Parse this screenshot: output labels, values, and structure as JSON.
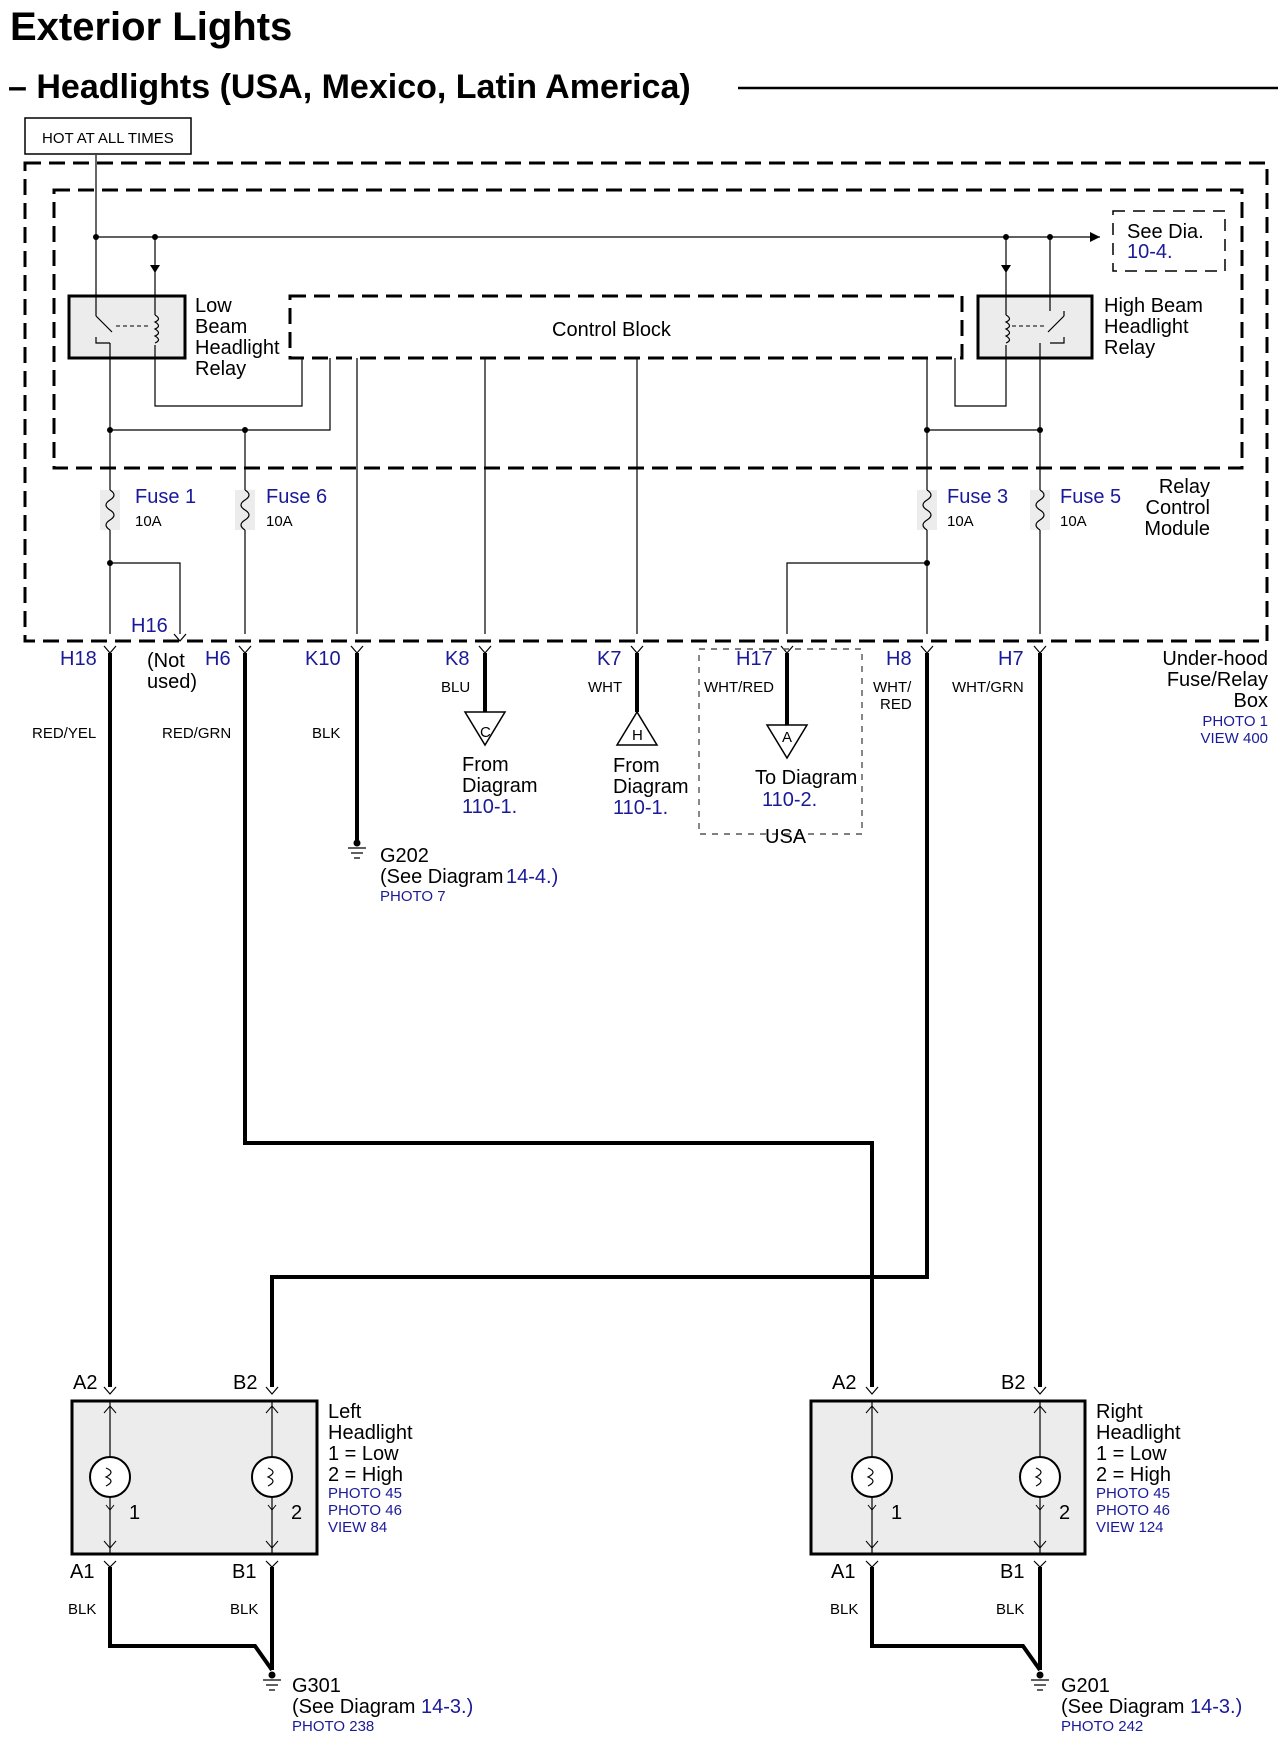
{
  "title": "Exterior Lights",
  "subtitle": "– Headlights (USA, Mexico, Latin America)",
  "hot_label": "HOT AT ALL TIMES",
  "see_dia": {
    "line1": "See Dia.",
    "ref": "10-4."
  },
  "relays": {
    "low": [
      "Low",
      "Beam",
      "Headlight",
      "Relay"
    ],
    "high": [
      "High Beam",
      "Headlight",
      "Relay"
    ]
  },
  "control_block": "Control Block",
  "module": [
    "Relay",
    "Control",
    "Module"
  ],
  "fuses": [
    {
      "name": "Fuse 1",
      "rating": "10A"
    },
    {
      "name": "Fuse 6",
      "rating": "10A"
    },
    {
      "name": "Fuse 3",
      "rating": "10A"
    },
    {
      "name": "Fuse 5",
      "rating": "10A"
    }
  ],
  "terminals": {
    "h18": "H18",
    "h16": "H16",
    "not_used": [
      "(Not",
      "used)"
    ],
    "h6": "H6",
    "k10": "K10",
    "k8": "K8",
    "k7": "K7",
    "h17": "H17",
    "h8": "H8",
    "h7": "H7"
  },
  "fusebox": {
    "lines": [
      "Under-hood",
      "Fuse/Relay",
      "Box"
    ],
    "photo": "PHOTO 1",
    "view": "VIEW 400"
  },
  "wire_colors": {
    "h18": "RED/YEL",
    "h6": "RED/GRN",
    "k10": "BLK",
    "k8": "BLU",
    "k7": "WHT",
    "h17": "WHT/RED",
    "h8": [
      "WHT/",
      "RED"
    ],
    "h7": "WHT/GRN"
  },
  "connectors": [
    {
      "letter": "C",
      "text": [
        "From",
        "Diagram"
      ],
      "ref": "110-1."
    },
    {
      "letter": "H",
      "text": [
        "From",
        "Diagram"
      ],
      "ref": "110-1."
    },
    {
      "letter": "A",
      "text": [
        "To Diagram"
      ],
      "ref": "110-2."
    }
  ],
  "usa": "USA",
  "grounds": {
    "g202": {
      "name": "G202",
      "see": "(See Diagram",
      "ref": "14-4.)",
      "photo": "PHOTO 7"
    },
    "g301": {
      "name": "G301",
      "see": "(See Diagram",
      "ref": "14-3.)",
      "photo": "PHOTO 238"
    },
    "g201": {
      "name": "G201",
      "see": "(See Diagram",
      "ref": "14-3.)",
      "photo": "PHOTO 242"
    }
  },
  "left_headlight": {
    "lines": [
      "Left",
      "Headlight",
      "1 = Low",
      "2 = High"
    ],
    "photos": [
      "PHOTO 45",
      "PHOTO 46",
      "VIEW 84"
    ],
    "pins": {
      "a2": "A2",
      "b2": "B2",
      "a1": "A1",
      "b1": "B1",
      "n1": "1",
      "n2": "2"
    },
    "gnd_colors": [
      "BLK",
      "BLK"
    ]
  },
  "right_headlight": {
    "lines": [
      "Right",
      "Headlight",
      "1 = Low",
      "2 = High"
    ],
    "photos": [
      "PHOTO 45",
      "PHOTO 46",
      "VIEW 124"
    ],
    "pins": {
      "a2": "A2",
      "b2": "B2",
      "a1": "A1",
      "b1": "B1",
      "n1": "1",
      "n2": "2"
    },
    "gnd_colors": [
      "BLK",
      "BLK"
    ]
  }
}
